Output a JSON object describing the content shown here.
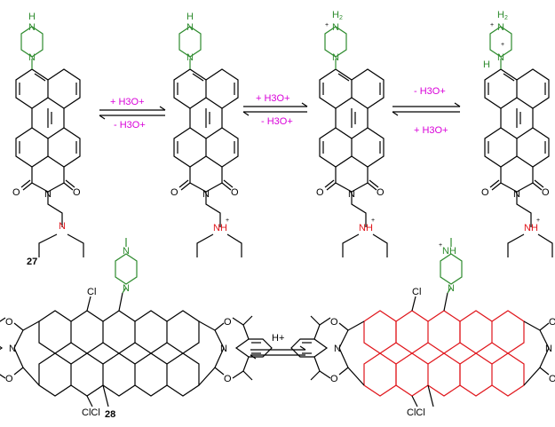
{
  "colors": {
    "amine_green": "#2e8b2e",
    "protonation_red": "#e0151b",
    "condition_magenta": "#d900d9",
    "bond_black": "#000000"
  },
  "atoms": {
    "N": "N",
    "H": "H",
    "O": "O",
    "Cl": "Cl",
    "NH": "NH",
    "H2": "H",
    "sub2": "2",
    "plus": "+",
    "ClCl": "ClCl"
  },
  "top_row": {
    "compound_label": "27",
    "arrow_1": {
      "forward": "+ H3O+",
      "reverse": "- H3O+"
    },
    "arrow_2": {
      "forward": "+ H3O+",
      "reverse": "- H3O+"
    },
    "arrow_3": {
      "forward": "- H3O+",
      "reverse": "+ H3O+"
    }
  },
  "bottom_row": {
    "compound_label": "28",
    "arrow": {
      "reagent": "H+"
    }
  }
}
